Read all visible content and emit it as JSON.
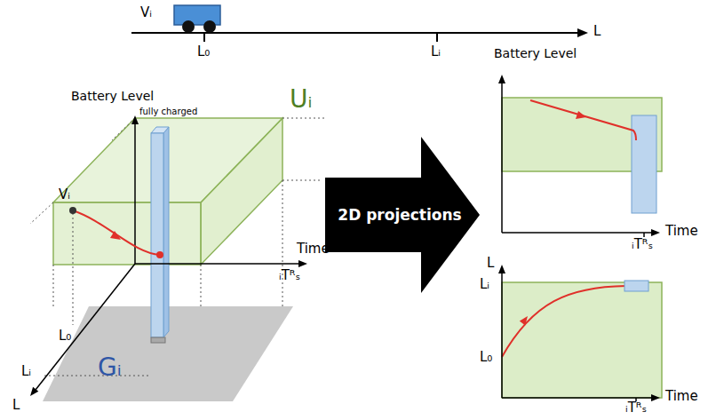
{
  "diagram": {
    "nodes": [
      {
        "text": [
          "2D projections"
        ]
      }
    ],
    "labels": [
      "Vᵢ",
      "L₀",
      "Lᵢ",
      "L",
      "Battery Level",
      "fully charged",
      "Uᵢ",
      "Vᵢ",
      "Time",
      "ᵢTᴿₛ",
      "L₀",
      "Gᵢ",
      "Lᵢ",
      "L",
      "Battery Level",
      "ᵢTᴿₛ",
      "Time",
      "L",
      "Lᵢ",
      "L₀",
      "ᵢTᴿₛ",
      "Time"
    ]
  }
}
